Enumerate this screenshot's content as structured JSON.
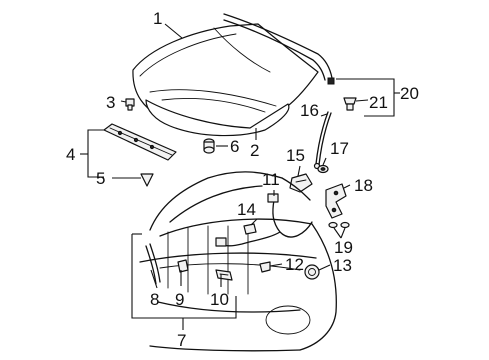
{
  "diagram": {
    "callouts": [
      {
        "id": "c1",
        "text": "1"
      },
      {
        "id": "c2",
        "text": "2"
      },
      {
        "id": "c3",
        "text": "3"
      },
      {
        "id": "c4",
        "text": "4"
      },
      {
        "id": "c5",
        "text": "5"
      },
      {
        "id": "c6",
        "text": "6"
      },
      {
        "id": "c7",
        "text": "7"
      },
      {
        "id": "c8",
        "text": "8"
      },
      {
        "id": "c9",
        "text": "9"
      },
      {
        "id": "c10",
        "text": "10"
      },
      {
        "id": "c11",
        "text": "11"
      },
      {
        "id": "c12",
        "text": "12"
      },
      {
        "id": "c13",
        "text": "13"
      },
      {
        "id": "c14",
        "text": "14"
      },
      {
        "id": "c15",
        "text": "15"
      },
      {
        "id": "c16",
        "text": "16"
      },
      {
        "id": "c17",
        "text": "17"
      },
      {
        "id": "c18",
        "text": "18"
      },
      {
        "id": "c19",
        "text": "19"
      },
      {
        "id": "c20",
        "text": "20"
      },
      {
        "id": "c21",
        "text": "21"
      }
    ],
    "colors": {
      "line": "#111111",
      "background": "#ffffff",
      "fill": "#f2f2f2"
    }
  }
}
